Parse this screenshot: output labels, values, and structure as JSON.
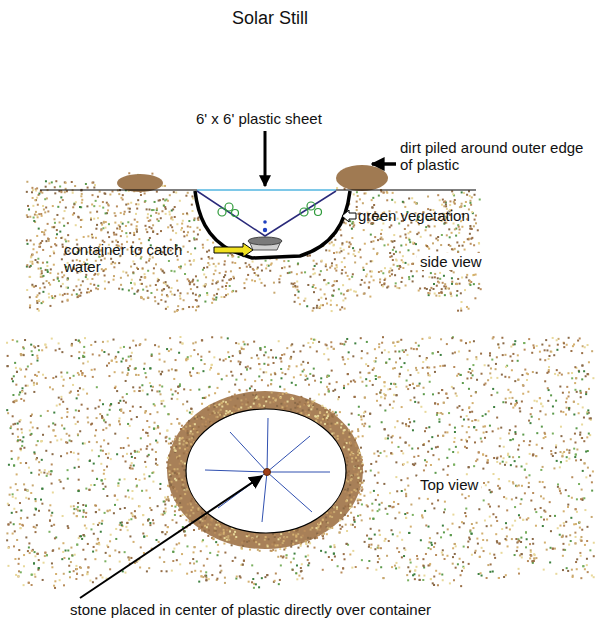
{
  "diagram": {
    "title": "Solar Still",
    "labels": [
      "6' x 6' plastic sheet",
      "dirt piled around outer edge of plastic",
      "green vegetation",
      "container to catch water",
      "side view",
      "Top view",
      "stone placed in center of plastic directly over container"
    ]
  }
}
